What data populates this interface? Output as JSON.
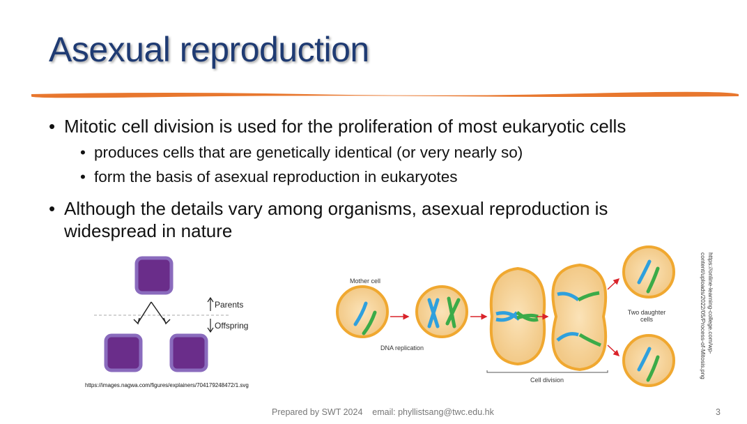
{
  "title": "Asexual reproduction",
  "bullets": [
    {
      "text": "Mitotic cell division is used for the proliferation of most eukaryotic cells",
      "sub": [
        "produces cells that are genetically identical (or very nearly so)",
        "form the basis of asexual reproduction in eukaryotes"
      ]
    },
    {
      "text_line1": "Although the details vary among organisms, asexual reproduction is",
      "text_line2": "widespread in nature"
    }
  ],
  "figure_left": {
    "parents_label": "Parents",
    "offspring_label": "Offspring",
    "source": "https://images.nagwa.com/figures/explainers/704179248472/1.svg",
    "square_color": "#6a2d8a",
    "border_color": "#8a6bbd"
  },
  "figure_right": {
    "mother_label": "Mother cell",
    "dna_label": "DNA replication",
    "division_label": "Cell division",
    "daughter_label_1": "Two daughter",
    "daughter_label_2": "cells",
    "source": "https://online-learning-college.com/wp-content/uploads/2022/05/Process-of-Mitosis.png"
  },
  "footer": "Prepared by SWT 2024    email: phyllistsang@twc.edu.hk",
  "page_number": "3",
  "colors": {
    "title": "#1f3b73",
    "accent": "#e8772e"
  }
}
